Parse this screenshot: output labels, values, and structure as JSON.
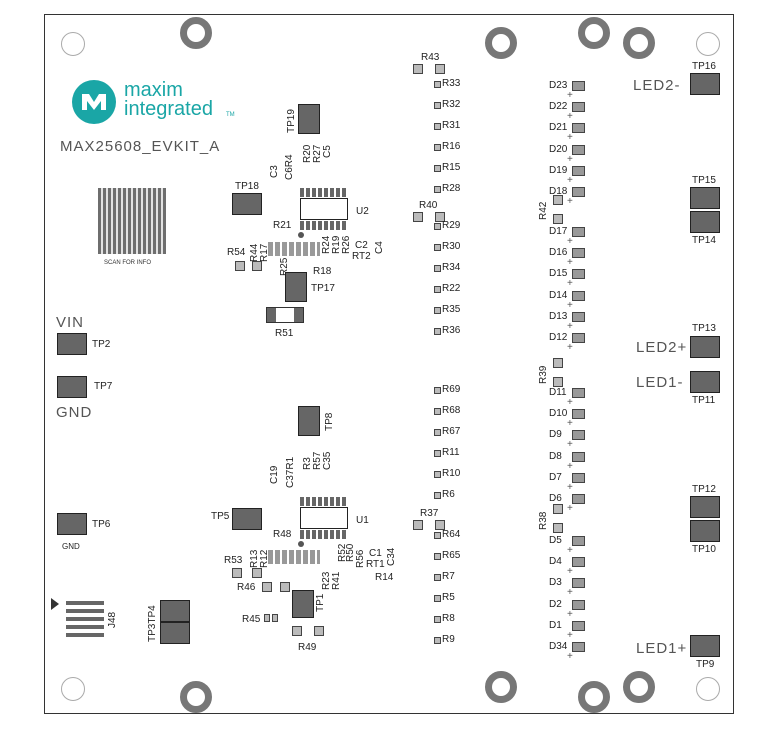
{
  "board": {
    "title": "MAX25608_EVKIT_A",
    "logo": {
      "line1": "maxim",
      "line2": "integrated",
      "tm": "TM"
    },
    "qr_caption": "SCAN FOR INFO",
    "vin": "VIN",
    "gnd": "GND",
    "gnd_small": "GND",
    "led2_minus": "LED2-",
    "led2_plus": "LED2+",
    "led1_minus": "LED1-",
    "led1_plus": "LED1+",
    "u1": "U1",
    "u2": "U2",
    "j48": "J48"
  },
  "testpoints": {
    "tp1": "TP1",
    "tp2": "TP2",
    "tp3tp4": "TP3TP4",
    "tp5": "TP5",
    "tp6": "TP6",
    "tp7": "TP7",
    "tp8": "TP8",
    "tp9": "TP9",
    "tp10": "TP10",
    "tp11": "TP11",
    "tp12": "TP12",
    "tp13": "TP13",
    "tp14": "TP14",
    "tp15": "TP15",
    "tp16": "TP16",
    "tp17": "TP17",
    "tp18": "TP18",
    "tp19": "TP19"
  },
  "res_top": [
    "R33",
    "R32",
    "R31",
    "R16",
    "R15",
    "R28"
  ],
  "res_mid": [
    "R29",
    "R30",
    "R34",
    "R22",
    "R35",
    "R36"
  ],
  "res_low": [
    "R69",
    "R68",
    "R67",
    "R11",
    "R10",
    "R6"
  ],
  "res_bot": [
    "R64",
    "R65",
    "R7",
    "R5",
    "R8",
    "R9"
  ],
  "diodes_top": [
    "D23",
    "D22",
    "D21",
    "D20",
    "D19",
    "D18"
  ],
  "diodes_mid": [
    "D17",
    "D16",
    "D15",
    "D14",
    "D13",
    "D12"
  ],
  "diodes_low": [
    "D11",
    "D10",
    "D9",
    "D8",
    "D7",
    "D6"
  ],
  "diodes_bot": [
    "D5",
    "D4",
    "D3",
    "D2",
    "D1",
    "D34"
  ],
  "misc": {
    "r43": "R43",
    "r40": "R40",
    "r42": "R42",
    "r39": "R39",
    "r37": "R37",
    "r38": "R38",
    "r21": "R21",
    "r51": "R51",
    "r18": "R18",
    "r54": "R54",
    "r48": "R48",
    "r53": "R53",
    "r46": "R46",
    "r45": "R45",
    "r49": "R49",
    "r14": "R14",
    "c3": "C3",
    "c6r4": "C6R4",
    "r20": "R20",
    "r27": "R27",
    "c5": "C5",
    "r44": "R44",
    "r17": "R17",
    "r25": "R25",
    "r24": "R24",
    "r19": "R19",
    "r26": "R26",
    "c2": "C2",
    "rt2": "RT2",
    "c4": "C4",
    "c19": "C19",
    "c37r1": "C37R1",
    "r3": "R3",
    "r57": "R57",
    "c35": "C35",
    "r13": "R13",
    "r12": "R12",
    "r23": "R23",
    "r41": "R41",
    "r52": "R52",
    "r50": "R50",
    "r56": "R56",
    "c1": "C1",
    "rt1": "RT1",
    "c34": "C34"
  }
}
